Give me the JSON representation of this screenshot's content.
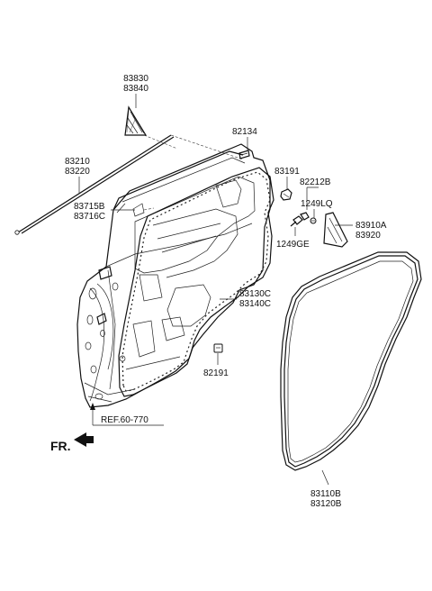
{
  "labels": {
    "l83830": "83830",
    "l83840": "83840",
    "l82134": "82134",
    "l83210": "83210",
    "l83220": "83220",
    "l83191": "83191",
    "l82212B": "82212B",
    "l1249LQ": "1249LQ",
    "l83715B": "83715B",
    "l83716C": "83716C",
    "l83910A": "83910A",
    "l83920": "83920",
    "l1249GE": "1249GE",
    "l83130C": "83130C",
    "l83140C": "83140C",
    "l82191": "82191",
    "lref": "REF.60-770",
    "lfr": "FR.",
    "l83110B": "83110B",
    "l83120B": "83120B"
  },
  "icons": {
    "front_arrow": "arrow-icon"
  }
}
